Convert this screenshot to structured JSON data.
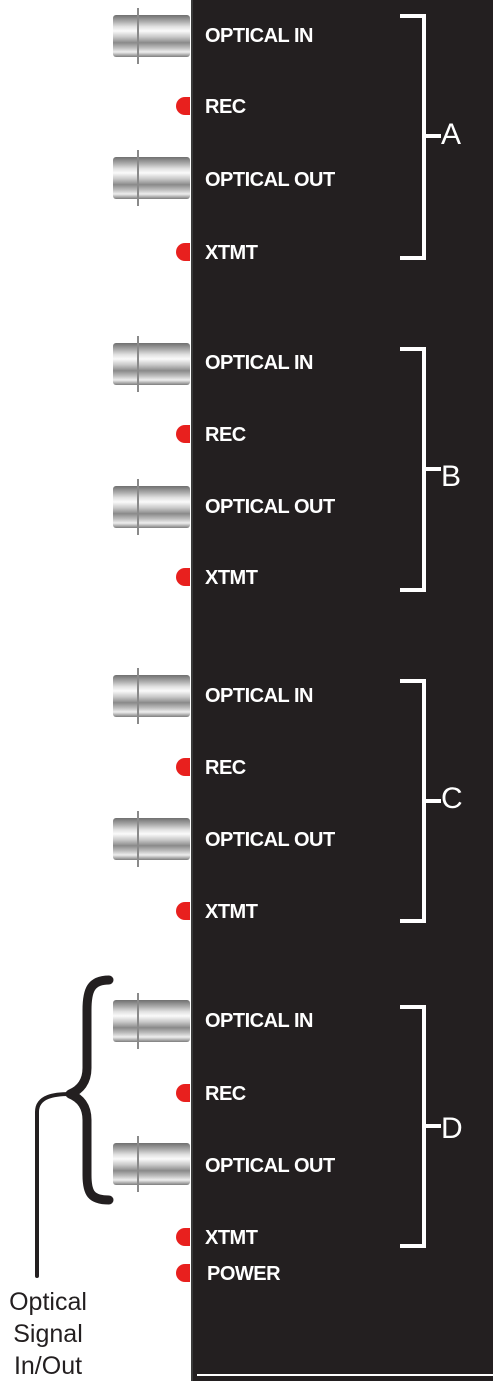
{
  "groups": [
    {
      "letter": "A",
      "optical_in": "OPTICAL IN",
      "rec": "REC",
      "optical_out": "OPTICAL OUT",
      "xtmt": "XTMT"
    },
    {
      "letter": "B",
      "optical_in": "OPTICAL IN",
      "rec": "REC",
      "optical_out": "OPTICAL OUT",
      "xtmt": "XTMT"
    },
    {
      "letter": "C",
      "optical_in": "OPTICAL IN",
      "rec": "REC",
      "optical_out": "OPTICAL OUT",
      "xtmt": "XTMT"
    },
    {
      "letter": "D",
      "optical_in": "OPTICAL IN",
      "rec": "REC",
      "optical_out": "OPTICAL OUT",
      "xtmt": "XTMT"
    }
  ],
  "power": "POWER",
  "callout": {
    "line1": "Optical",
    "line2": "Signal",
    "line3": "In/Out"
  },
  "colors": {
    "panel": "#231f20",
    "led": "#e8201e",
    "text": "#ffffff"
  }
}
